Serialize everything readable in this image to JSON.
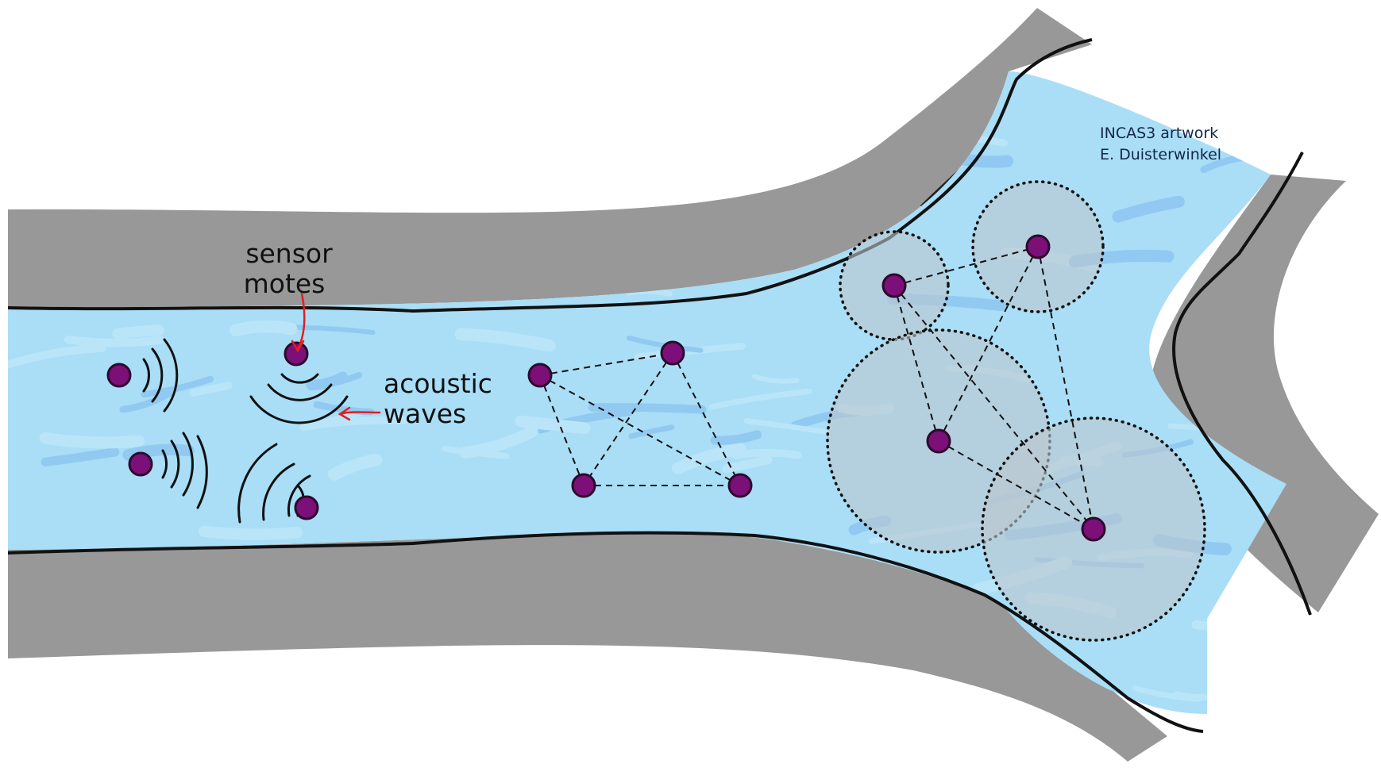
{
  "labels": {
    "sensor_line1": "sensor",
    "sensor_line2": "motes",
    "waves_line1": "acoustic",
    "waves_line2": "waves"
  },
  "credit": {
    "line1": "INCAS3 artwork",
    "line2": "E. Duisterwinkel"
  },
  "colors": {
    "rock": "#989898",
    "rock_light": "#c9ccce",
    "water": "#a9def6",
    "streak": "#7fb8ee",
    "mote_fill": "#7c0f78",
    "mote_stroke": "#2b0a2c",
    "range_fill": "#bcc7cf",
    "pointer": "#e02020"
  },
  "motes": [
    {
      "id": "m1",
      "group": "broadcast"
    },
    {
      "id": "m2",
      "group": "broadcast"
    },
    {
      "id": "m3",
      "group": "broadcast"
    },
    {
      "id": "m4",
      "group": "broadcast"
    },
    {
      "id": "n1",
      "group": "mesh"
    },
    {
      "id": "n2",
      "group": "mesh"
    },
    {
      "id": "n3",
      "group": "mesh"
    },
    {
      "id": "n4",
      "group": "mesh"
    },
    {
      "id": "r1",
      "group": "range"
    },
    {
      "id": "r2",
      "group": "range"
    },
    {
      "id": "r3",
      "group": "range"
    },
    {
      "id": "r4",
      "group": "range"
    }
  ],
  "links": [
    [
      "n1",
      "n2"
    ],
    [
      "n1",
      "n3"
    ],
    [
      "n1",
      "n4"
    ],
    [
      "n2",
      "n3"
    ],
    [
      "n2",
      "n4"
    ],
    [
      "n3",
      "n4"
    ],
    [
      "r1",
      "r2"
    ],
    [
      "r1",
      "r3"
    ],
    [
      "r1",
      "r4"
    ],
    [
      "r2",
      "r3"
    ],
    [
      "r2",
      "r4"
    ],
    [
      "r3",
      "r4"
    ]
  ]
}
